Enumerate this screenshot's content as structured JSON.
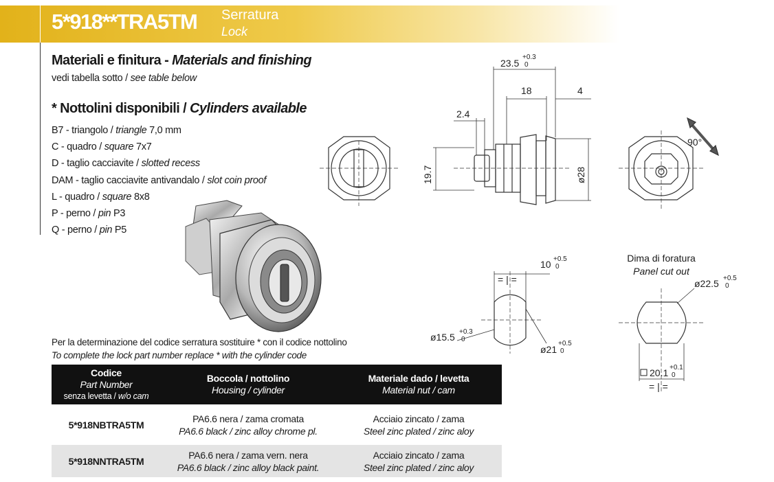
{
  "header": {
    "code": "5*918**TRA5TM",
    "title_it": "Serratura",
    "title_en": "Lock"
  },
  "materials": {
    "heading_it": "Materiali e finitura - ",
    "heading_en": "Materials and finishing",
    "desc_it": "vedi tabella sotto / ",
    "desc_en": "see table below"
  },
  "cylinders": {
    "heading_it": "* Nottolini disponibili / ",
    "heading_en": "Cylinders available",
    "items": [
      {
        "it": "B7 - triangolo / ",
        "en": "triangle",
        "tail": " 7,0 mm"
      },
      {
        "it": "C - quadro / ",
        "en": "square",
        "tail": " 7x7"
      },
      {
        "it": "D - taglio cacciavite / ",
        "en": "slotted recess",
        "tail": ""
      },
      {
        "it": "DAM - taglio cacciavite antivandalo / ",
        "en": "slot coin proof",
        "tail": ""
      },
      {
        "it": "L - quadro / ",
        "en": "square",
        "tail": " 8x8"
      },
      {
        "it": "P - perno / ",
        "en": "pin",
        "tail": " P3"
      },
      {
        "it": "Q - perno / ",
        "en": "pin",
        "tail": " P5"
      }
    ]
  },
  "note": {
    "it": "Per la determinazione del codice serratura sostituire  *  con il codice nottolino",
    "en": "To complete the lock part number replace * with the cylinder code"
  },
  "table": {
    "headers": [
      {
        "main": "Codice",
        "sub": "Part Number",
        "small_it": "senza levetta / ",
        "small_en": "w/o cam"
      },
      {
        "main": "Boccola / nottolino",
        "sub": "Housing / cylinder"
      },
      {
        "main": "Materiale dado / levetta",
        "sub": "Material nut / cam"
      }
    ],
    "rows": [
      {
        "code": "5*918NBTRA5TM",
        "housing_it": "PA6.6 nera / zama cromata",
        "housing_en": "PA6.6 black / zinc alloy chrome pl.",
        "material_it": "Acciaio zincato / zama",
        "material_en": "Steel zinc plated / zinc aloy"
      },
      {
        "code": "5*918NNTRA5TM",
        "housing_it": "PA6.6 nera / zama vern. nera",
        "housing_en": "PA6.6 black / zinc alloy black paint.",
        "material_it": "Acciaio zincato / zama",
        "material_en": "Steel zinc plated / zinc aloy"
      }
    ]
  },
  "drawing": {
    "dims": {
      "d235": "23.5",
      "d235_tol": "+0.3",
      "d235_tol2": "0",
      "d18": "18",
      "d4": "4",
      "d24": "2.4",
      "d197": "19.7",
      "d28": "ø28",
      "angle": "90°",
      "d10": "10",
      "d10_tol": "+0.5",
      "d10_tol2": "0",
      "eq": "= | =",
      "d155": "ø15.5",
      "d155_tol": "+0.3",
      "d155_tol2": "0",
      "d21": "ø21",
      "d21_tol": "+0.5",
      "d21_tol2": "0",
      "d225": "ø22.5",
      "d225_tol": "+0.5",
      "d225_tol2": "0",
      "d201": "20.1",
      "d201_tol": "+0.1",
      "d201_tol2": "0",
      "eq2": "= | ="
    },
    "cutout_it": "Dima di foratura",
    "cutout_en": "Panel cut out"
  },
  "colors": {
    "header_gold": "#e2b21a",
    "table_header": "#111111",
    "alt_row": "#e4e4e4"
  }
}
